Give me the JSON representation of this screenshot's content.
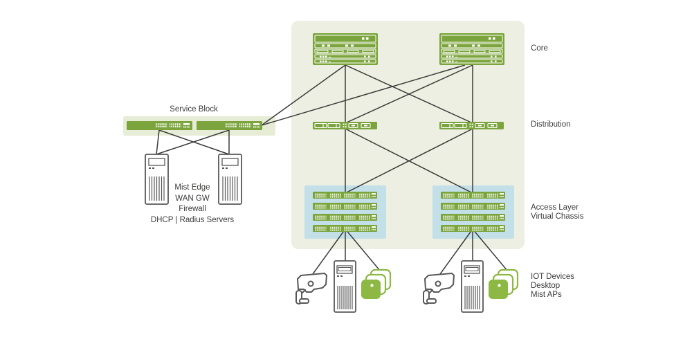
{
  "title": "Campus network topology diagram",
  "labels": {
    "service_block": "Service Block",
    "core": "Core",
    "distribution": "Distribution",
    "access_layer_line1": "Access Layer",
    "access_layer_line2": "Virtual Chassis",
    "edge_line1": "IOT Devices",
    "edge_line2": "Desktop",
    "edge_line3": "Mist APs",
    "services_line1": "Mist Edge",
    "services_line2": "WAN GW",
    "services_line3": "Firewall",
    "services_line4": "DHCP | Radius Servers"
  },
  "icons": {
    "core-switch-icon": "green chassis switch with line cards",
    "distribution-switch-icon": "green 1U aggregation switch",
    "access-switch-icon": "green 48-port access switch",
    "service-switch-icon": "green service block switch",
    "server-icon": "gray outline tower server",
    "desktop-tower-icon": "gray outline desktop tower",
    "cctv-camera-icon": "gray outline security camera",
    "mist-ap-icon": "green stacked access points"
  },
  "colors": {
    "green": "#7BA53C",
    "ap-green": "#8CB843",
    "panel-bg": "#EDEFE2",
    "service-bg": "#E6ECD5",
    "access-bg": "#C3E0E8",
    "line": "#3A3A39",
    "device": "#58585A",
    "text": "#3C3C3B",
    "white": "#FFFFFF"
  },
  "edges": [
    [
      499,
      94,
      378,
      181
    ],
    [
      672,
      94,
      378,
      181
    ],
    [
      499,
      94,
      499,
      176
    ],
    [
      683,
      94,
      683,
      176
    ],
    [
      499,
      94,
      681,
      177
    ],
    [
      683,
      94,
      501,
      177
    ],
    [
      499,
      186,
      499,
      278
    ],
    [
      683,
      186,
      683,
      278
    ],
    [
      499,
      186,
      681,
      278
    ],
    [
      683,
      186,
      501,
      278
    ],
    [
      230,
      188,
      226,
      223
    ],
    [
      230,
      188,
      331,
      223
    ],
    [
      331,
      188,
      226,
      223
    ],
    [
      331,
      188,
      331,
      223
    ],
    [
      499,
      331,
      452,
      396
    ],
    [
      499,
      331,
      499,
      377
    ],
    [
      499,
      331,
      549,
      391
    ],
    [
      683,
      331,
      636,
      396
    ],
    [
      683,
      331,
      683,
      377
    ],
    [
      683,
      331,
      733,
      391
    ]
  ]
}
